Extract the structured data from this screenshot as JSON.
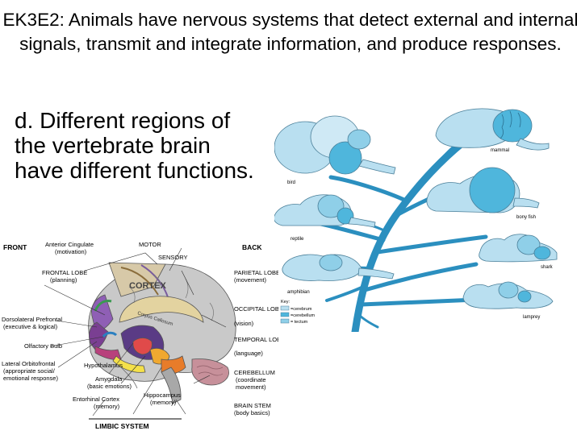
{
  "slide": {
    "title": "EK3E2: Animals have nervous systems that detect external and internal signals, transmit and integrate information, and produce responses.",
    "bullet": "d. Different regions of the vertebrate brain have different functions."
  },
  "evolution_figure": {
    "labels": {
      "mammal": "mammal",
      "bird": "bird",
      "bony_fish": "bony fish",
      "reptile": "reptile",
      "shark": "shark",
      "amphibian": "amphibian",
      "lamprey": "lamprey"
    },
    "key": {
      "title": "Key:",
      "items": [
        "=cerebrum",
        "=cerebellum",
        "= tectum"
      ]
    },
    "colors": {
      "cerebrum": "#b9dff0",
      "cerebellum": "#4fb6dc",
      "tectum": "#8fcfe8",
      "tree": "#2b8fbf"
    }
  },
  "brain_figure": {
    "labels": {
      "front": "FRONT",
      "back": "BACK",
      "anterior_cingulate": "Anterior Cingulate",
      "anterior_cingulate_fn": "(motivation)",
      "motor": "MOTOR",
      "sensory": "SENSORY",
      "frontal_lobe": "FRONTAL LOBE",
      "frontal_lobe_fn": "(planning)",
      "cortex": "CORTEX",
      "corpus_callosum": "Corpus Callosum",
      "parietal_lobe": "PARIETAL LOBE",
      "parietal_lobe_fn": "(movement)",
      "dorsolateral_prefrontal": "Dorsolateral Prefrontal",
      "dorsolateral_prefrontal_fn": "(executive & logical)",
      "occipital_lobe": "OCCIPITAL LOBE",
      "occipital_lobe_fn": "(vision)",
      "olfactory_bulb": "Olfactory Bulb",
      "temporal_lobe": "TEMPORAL LOBE",
      "temporal_lobe_fn": "(language)",
      "lateral_orbitofrontal": "Lateral Orbitofrontal",
      "lateral_orbitofrontal_fn1": "(appropriate social/",
      "lateral_orbitofrontal_fn2": "emotional response)",
      "hypothalamus": "Hypothalamus",
      "amygdala": "Amygdala",
      "amygdala_fn": "(basic emotions)",
      "cerebellum": "CEREBELLUM",
      "cerebellum_fn1": "(coordinate",
      "cerebellum_fn2": "movement)",
      "entorhinal_cortex": "Entorhinal Cortex",
      "entorhinal_cortex_fn": "(memory)",
      "hippocampus": "Hippocampus",
      "hippocampus_fn": "(memory)",
      "brain_stem": "BRAIN STEM",
      "brain_stem_fn": "(body basics)",
      "limbic_system": "LIMBIC SYSTEM"
    }
  }
}
